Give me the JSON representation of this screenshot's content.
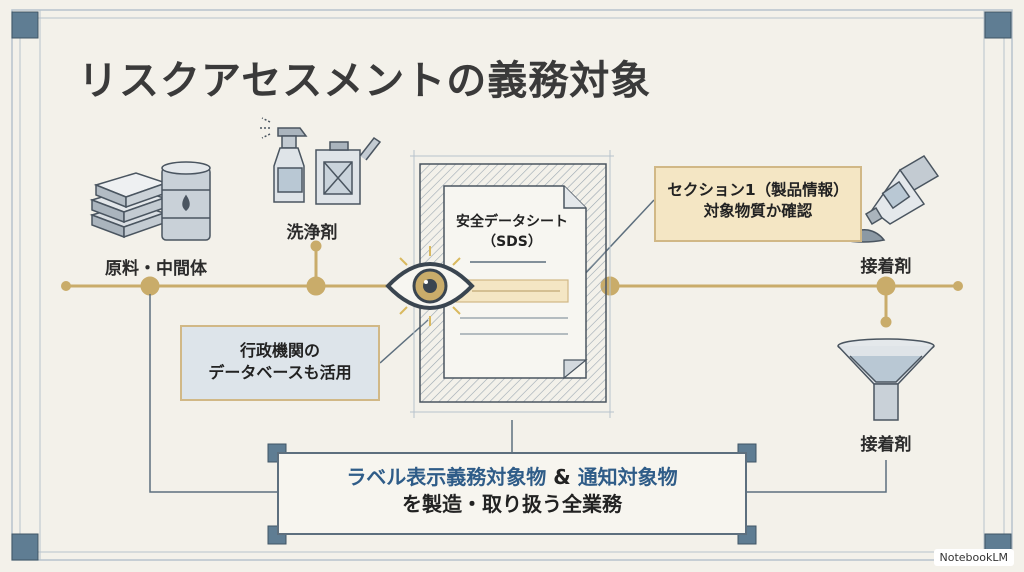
{
  "title": "リスクアセスメントの義務対象",
  "labels": {
    "raw_material": "原料・中間体",
    "cleaner": "洗浄剤",
    "adhesive_top": "接着剤",
    "adhesive_bottom": "接着剤"
  },
  "sds": {
    "line1": "安全データシート",
    "line2": "（SDS）"
  },
  "callouts": {
    "gov_line1": "行政機関の",
    "gov_line2": "データベースも活用",
    "section_line1": "セクション1（製品情報）",
    "section_line2": "対象物質か確認"
  },
  "main_box": {
    "line1_part1": "ラベル表示義務対象物",
    "line1_amp": " & ",
    "line1_part2": "通知対象物",
    "line2": "を製造・取り扱う全業務"
  },
  "brand": "NotebookLM",
  "colors": {
    "background": "#f3f1ea",
    "timeline": "#c9ac6a",
    "accent_blue": "#2f5c88",
    "frame": "#5d6f7e",
    "highlight": "#f4e6c4"
  }
}
